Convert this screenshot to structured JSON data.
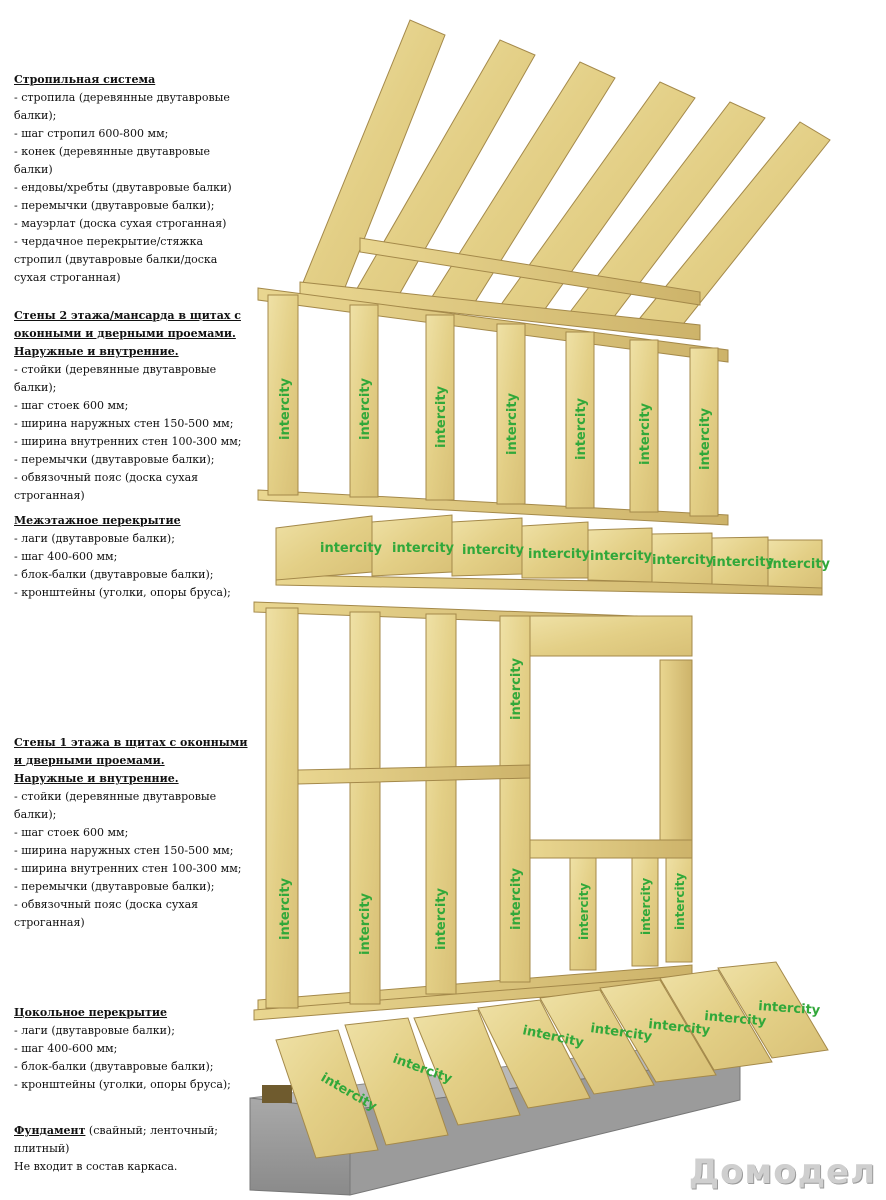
{
  "brand": "intercity",
  "watermark": "Домодел",
  "sections": {
    "roof": {
      "title": "Стропильная система",
      "lines": [
        "- стропила (деревянные двутавровые балки);",
        "- шаг стропил 600-800 мм;",
        "- конек (деревянные двутавровые балки)",
        "- ендовы/хребты (двутавровые балки)",
        "- перемычки (двутавровые балки);",
        "- мауэрлат (доска сухая строганная)",
        "- чердачное перекрытие/стяжка стропил (двутавровые балки/доска сухая строганная)"
      ]
    },
    "walls2": {
      "title": "Стены 2 этажа/мансарда  в щитах с оконными и дверными проемами.",
      "subtitle": "Наружные и внутренние.",
      "lines": [
        "- стойки (деревянные двутавровые балки);",
        "- шаг стоек 600 мм;",
        "- ширина наружных стен 150-500 мм;",
        "- ширина внутренних стен 100-300 мм;",
        "- перемычки (двутавровые балки);",
        "- обвязочный пояс (доска сухая строганная)"
      ]
    },
    "floor": {
      "title": "Межэтажное перекрытие",
      "lines": [
        "- лаги (двутавровые балки);",
        "- шаг 400-600 мм;",
        "- блок-балки (двутавровые балки);",
        "- кронштейны (уголки, опоры бруса);"
      ]
    },
    "walls1": {
      "title": "Стены 1 этажа в щитах с оконными и дверными проемами.",
      "subtitle": "Наружные и внутренние.",
      "lines": [
        "- стойки (деревянные двутавровые балки);",
        "- шаг стоек 600 мм;",
        "- ширина наружных стен 150-500 мм;",
        "- ширина внутренних стен 100-300 мм;",
        "- перемычки (двутавровые балки);",
        "- обвязочный пояс (доска сухая строганная)"
      ]
    },
    "base": {
      "title": "Цокольное перекрытие",
      "lines": [
        "- лаги (двутавровые балки);",
        "- шаг 400-600 мм;",
        "- блок-балки (двутавровые балки);",
        "- кронштейны (уголки, опоры бруса);"
      ]
    },
    "foundation": {
      "title": "Фундамент",
      "rest": " (свайный; ленточный; плитный)",
      "note": "Не входит в состав каркаса."
    }
  }
}
